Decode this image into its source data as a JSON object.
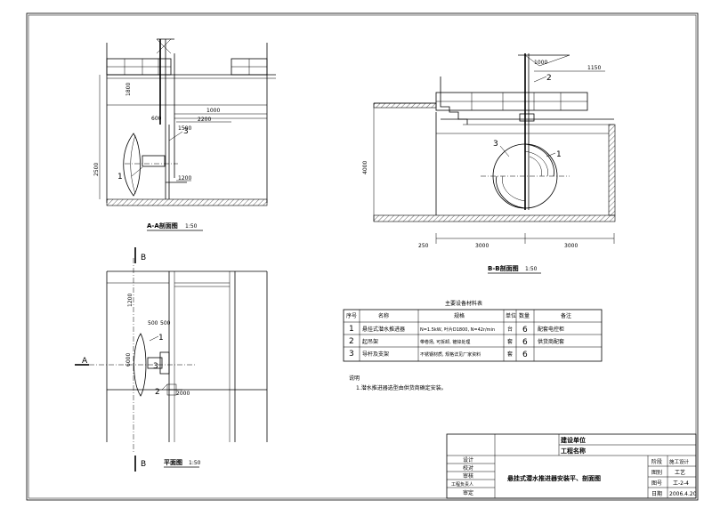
{
  "views": {
    "section_aa": {
      "title": "A-A剖面图",
      "scale": "1:50"
    },
    "section_bb": {
      "title": "B-B剖面图",
      "scale": "1:50"
    },
    "plan": {
      "title": "平面图",
      "scale": "1:50"
    }
  },
  "markers": {
    "a": "A",
    "b": "B"
  },
  "leaders": [
    "1",
    "2",
    "3"
  ],
  "dims_aa": [
    "1800",
    "600",
    "1500",
    "2200",
    "1000",
    "2500",
    "1200"
  ],
  "dims_bb": [
    "1000",
    "1150",
    "4000",
    "3000",
    "3000",
    "250"
  ],
  "dims_plan": [
    "500",
    "6000",
    "1200",
    "500",
    "2000"
  ],
  "equipment_table": {
    "title": "主要设备材料表",
    "headers": [
      "序号",
      "名称",
      "规格",
      "单位",
      "数量",
      "备注"
    ],
    "rows": [
      {
        "no": "1",
        "name": "悬挂式潜水推进器",
        "spec": "N=1.5kW, 叶片D1800, N=42r/min",
        "unit": "台",
        "qty": "6",
        "note": "配套电控柜"
      },
      {
        "no": "2",
        "name": "起吊架",
        "spec": "带卷扬, 可拆卸, 镀锌处理",
        "unit": "套",
        "qty": "6",
        "note": "供货商配套"
      },
      {
        "no": "3",
        "name": "导杆及支架",
        "spec": "不锈钢材质, 规格详见厂家资料",
        "unit": "套",
        "qty": "6",
        "note": ""
      }
    ]
  },
  "notes": {
    "title": "说明",
    "text": "1.潜水推进器选型由供货商确定安装。"
  },
  "title_block": {
    "org_label": "建设单位",
    "project_label": "工程名称",
    "drawing_title": "悬挂式潜水推进器安装平、剖面图",
    "roles": [
      "设计",
      "校对",
      "审核",
      "工程负责人",
      "审定"
    ],
    "fields": [
      {
        "label": "阶段",
        "value": "施工设计"
      },
      {
        "label": "图别",
        "value": "工艺"
      },
      {
        "label": "图号",
        "value": "工-2-4"
      },
      {
        "label": "日期",
        "value": "2006.4.20"
      }
    ]
  }
}
